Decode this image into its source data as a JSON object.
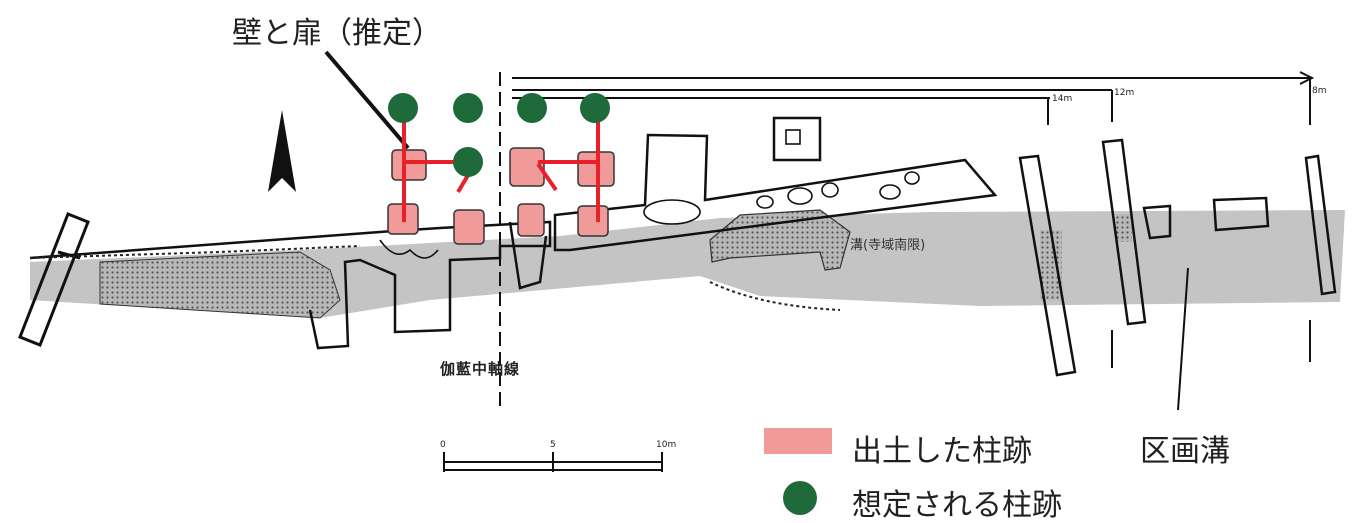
{
  "title": "壁と扉（推定）",
  "legend": {
    "excavated_label": "出土した柱跡",
    "excavated_color": "#f19a9a",
    "assumed_label": "想定される柱跡",
    "assumed_color": "#1e6a3a"
  },
  "ditch_callout": "区画溝",
  "ditch_inner_label": "溝(寺域南限)",
  "axis_label": "伽藍中軸線",
  "scale_ticks": [
    "0",
    "5",
    "10m"
  ],
  "dimension_ticks": [
    "14m",
    "12m",
    "8m"
  ],
  "colors": {
    "ditch": "#c4c4c4",
    "wall_line": "#e8202a",
    "ink": "#111111",
    "dotted_fill": "#9a9a9a"
  },
  "icons": {
    "north": "north-arrow-icon"
  }
}
